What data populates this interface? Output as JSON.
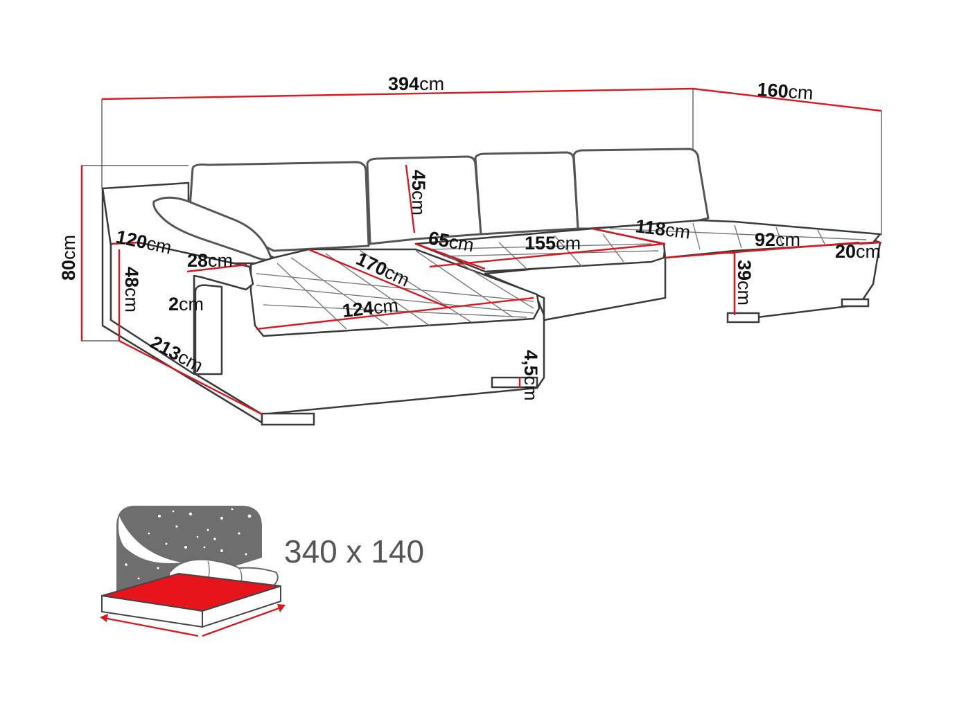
{
  "dimensions": {
    "total_width": {
      "value": "394",
      "unit": "cm"
    },
    "right_depth": {
      "value": "160",
      "unit": "cm"
    },
    "height": {
      "value": "80",
      "unit": "cm"
    },
    "back_cushion_height": {
      "value": "45",
      "unit": "cm"
    },
    "left_depth_top": {
      "value": "120",
      "unit": "cm"
    },
    "armrest_width": {
      "value": "28",
      "unit": "cm"
    },
    "armrest_height": {
      "value": "48",
      "unit": "cm"
    },
    "armrest_gap": {
      "value": "2",
      "unit": "cm"
    },
    "left_length": {
      "value": "213",
      "unit": "cm"
    },
    "chaise_diagonal": {
      "value": "170",
      "unit": "cm"
    },
    "chaise_seat_length": {
      "value": "124",
      "unit": "cm"
    },
    "seat_depth": {
      "value": "65",
      "unit": "cm"
    },
    "middle_seat_width": {
      "value": "155",
      "unit": "cm"
    },
    "right_chaise_length": {
      "value": "118",
      "unit": "cm"
    },
    "right_seat_width": {
      "value": "92",
      "unit": "cm"
    },
    "right_armrest": {
      "value": "20",
      "unit": "cm"
    },
    "seat_height": {
      "value": "39",
      "unit": "cm"
    },
    "leg_height": {
      "value": "4,5",
      "unit": "cm"
    }
  },
  "bed": {
    "size_label": "340 x 140",
    "colors": {
      "mattress": "#e8141b",
      "night_panel": "#6e6e6e",
      "dim_accent": "#d9181f"
    }
  },
  "icons": [
    "bed-icon",
    "star-icon",
    "moon-icon",
    "pillow-icon"
  ]
}
